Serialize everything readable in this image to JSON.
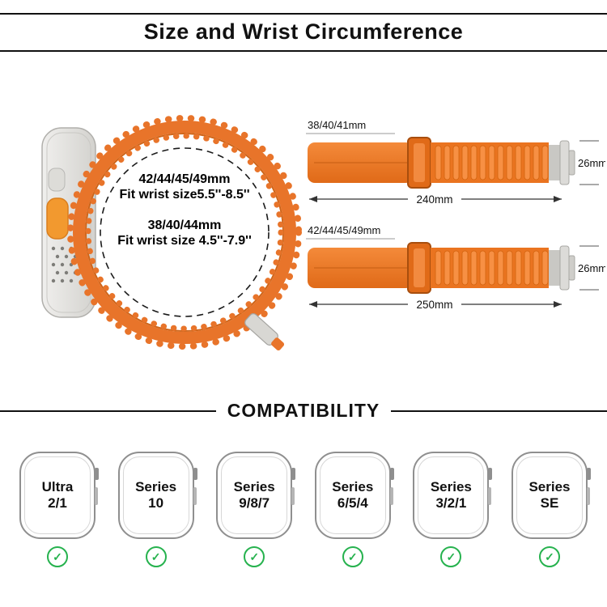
{
  "header": {
    "title": "Size and Wrist Circumference"
  },
  "size_guide": {
    "loop_text": {
      "line1": "42/44/45/49mm",
      "line2": "Fit wrist size5.5''-8.5''",
      "line3": "38/40/44mm",
      "line4": "Fit wrist size 4.5''-7.9''"
    },
    "bands": [
      {
        "label": "38/40/41mm",
        "width": "26mm",
        "length": "240mm"
      },
      {
        "label": "42/44/45/49mm",
        "width": "26mm",
        "length": "250mm"
      }
    ]
  },
  "compatibility": {
    "title": "COMPATIBILITY",
    "check_icon": "✓",
    "models": [
      {
        "name": "Ultra",
        "version": "2/1"
      },
      {
        "name": "Series",
        "version": "10"
      },
      {
        "name": "Series",
        "version": "9/8/7"
      },
      {
        "name": "Series",
        "version": "6/5/4"
      },
      {
        "name": "Series",
        "version": "3/2/1"
      },
      {
        "name": "Series",
        "version": "SE"
      }
    ]
  },
  "colors": {
    "band_orange": "#EA7420",
    "band_orange_dark": "#CF6418",
    "check_green": "#26B24E"
  }
}
